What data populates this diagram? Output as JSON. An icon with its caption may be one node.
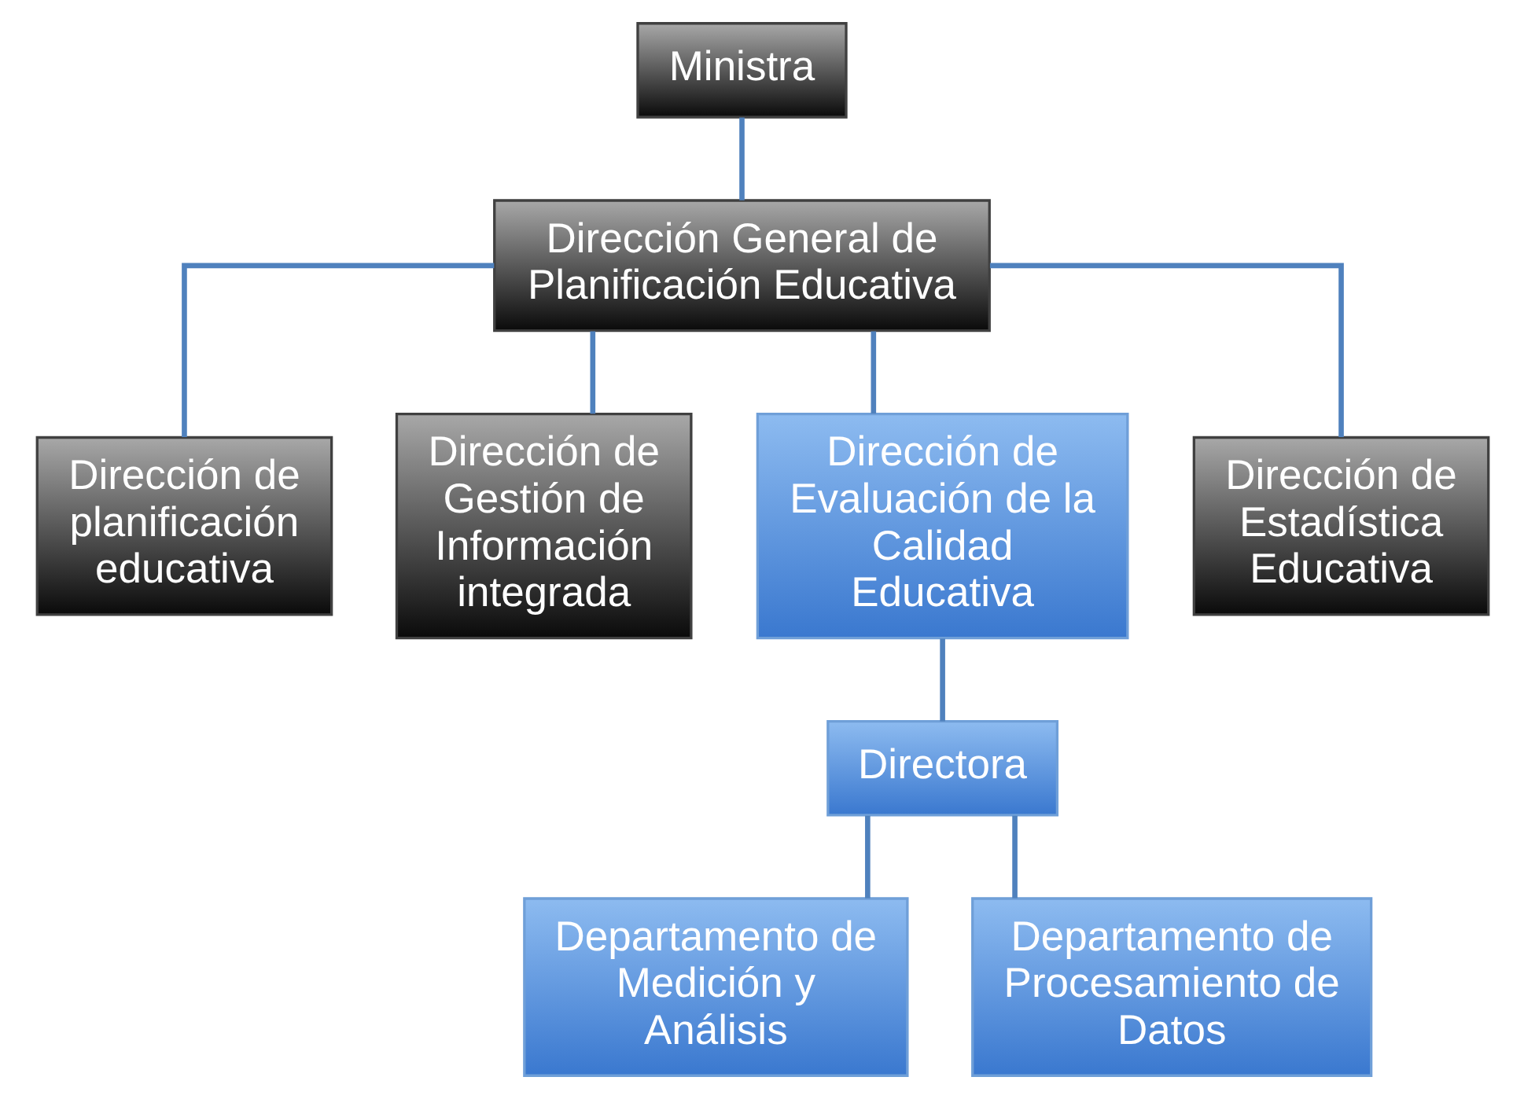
{
  "diagram": {
    "nodes": [
      {
        "text": [
          "Ministra"
        ]
      },
      {
        "text": [
          "Dirección General de Planificación Educativa"
        ]
      },
      {
        "text": [
          "Dirección de planificación educativa"
        ]
      },
      {
        "text": [
          "Dirección de Gestión de Información integrada"
        ]
      },
      {
        "text": [
          "Dirección de Evaluación de la Calidad Educativa"
        ]
      },
      {
        "text": [
          "Dirección de Estadística Educativa"
        ]
      },
      {
        "text": [
          "Directora"
        ]
      },
      {
        "text": [
          "Departamento de Medición y Análisis"
        ]
      },
      {
        "text": [
          "Departamento de Procesamiento de Datos"
        ]
      }
    ],
    "edges": [
      {
        "from": 0,
        "to": 1,
        "arrow": "none"
      },
      {
        "from": 1,
        "to": 2,
        "arrow": "none"
      },
      {
        "from": 1,
        "to": 3,
        "arrow": "none"
      },
      {
        "from": 1,
        "to": 4,
        "arrow": "none"
      },
      {
        "from": 1,
        "to": 5,
        "arrow": "none"
      },
      {
        "from": 4,
        "to": 6,
        "arrow": "none"
      },
      {
        "from": 6,
        "to": 7,
        "arrow": "none"
      },
      {
        "from": 6,
        "to": 8,
        "arrow": "none"
      }
    ]
  }
}
